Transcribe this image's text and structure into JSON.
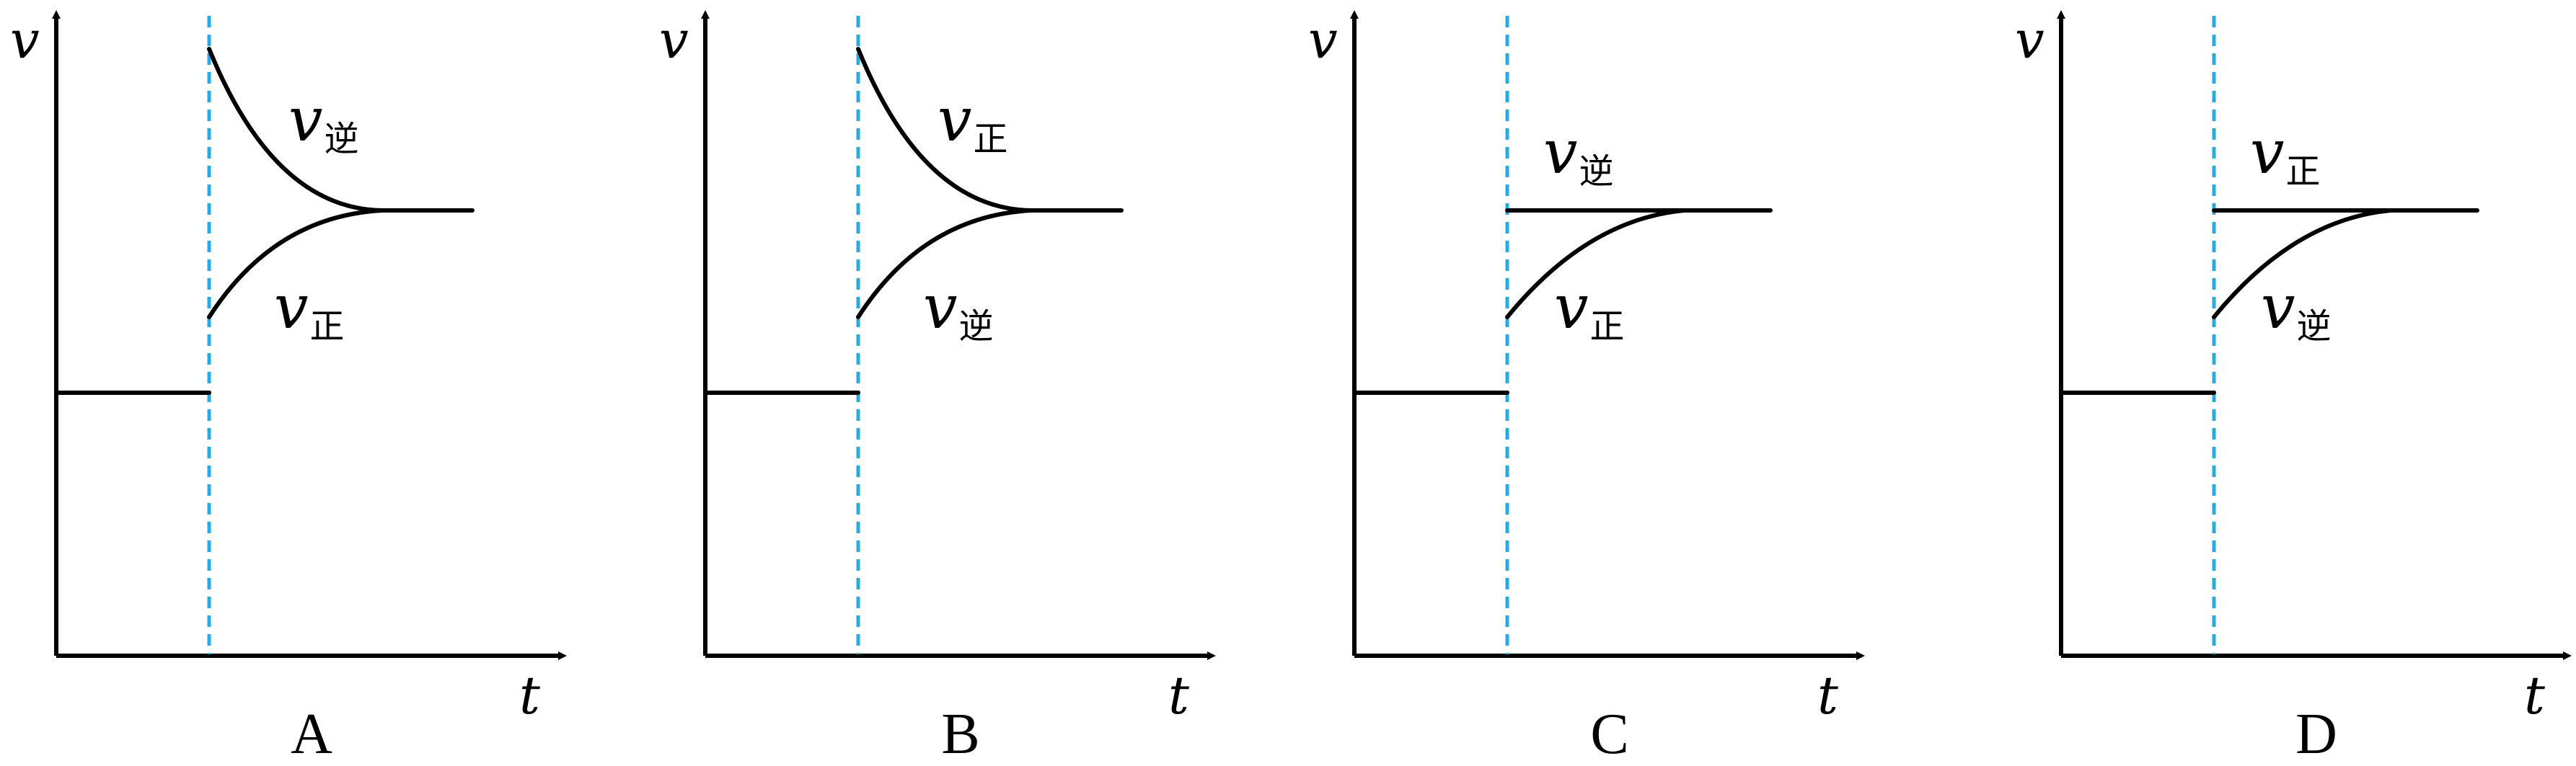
{
  "axis_labels": {
    "y": "v",
    "x": "t"
  },
  "colors": {
    "axis": "#000000",
    "divider": "#29abe2"
  },
  "panels": [
    {
      "label": "A",
      "upper_label": {
        "base": "v",
        "sub": "逆"
      },
      "lower_label": {
        "base": "v",
        "sub": "正"
      },
      "upper_shape": "decreasing",
      "lower_shape": "increasing"
    },
    {
      "label": "B",
      "upper_label": {
        "base": "v",
        "sub": "正"
      },
      "lower_label": {
        "base": "v",
        "sub": "逆"
      },
      "upper_shape": "decreasing",
      "lower_shape": "increasing"
    },
    {
      "label": "C",
      "upper_label": {
        "base": "v",
        "sub": "逆"
      },
      "lower_label": {
        "base": "v",
        "sub": "正"
      },
      "upper_shape": "constant",
      "lower_shape": "increasing"
    },
    {
      "label": "D",
      "upper_label": {
        "base": "v",
        "sub": "正"
      },
      "lower_label": {
        "base": "v",
        "sub": "逆"
      },
      "upper_shape": "constant",
      "lower_shape": "increasing"
    }
  ]
}
